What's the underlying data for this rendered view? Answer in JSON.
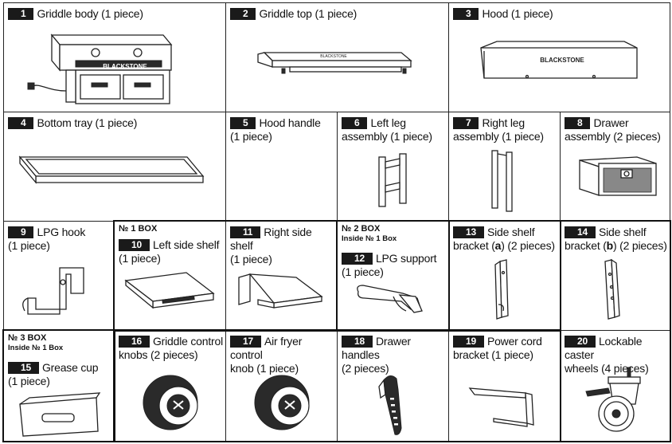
{
  "parts": [
    {
      "num": "1",
      "l1": "Griddle body (1 piece)",
      "l2": ""
    },
    {
      "num": "2",
      "l1": "Griddle top (1 piece)",
      "l2": ""
    },
    {
      "num": "3",
      "l1": "Hood (1 piece)",
      "l2": ""
    },
    {
      "num": "4",
      "l1": "Bottom tray (1 piece)",
      "l2": ""
    },
    {
      "num": "5",
      "l1": "Hood handle",
      "l2": "(1 piece)"
    },
    {
      "num": "6",
      "l1": "Left leg",
      "l2": "assembly (1 piece)"
    },
    {
      "num": "7",
      "l1": "Right leg",
      "l2": "assembly (1 piece)"
    },
    {
      "num": "8",
      "l1": "Drawer",
      "l2": "assembly (2 pieces)"
    },
    {
      "num": "9",
      "l1": "LPG hook",
      "l2": "(1 piece)"
    },
    {
      "num": "10",
      "l1": "Left side shelf",
      "l2": "(1 piece)"
    },
    {
      "num": "11",
      "l1": "Right side shelf",
      "l2": "(1 piece)"
    },
    {
      "num": "12",
      "l1": "LPG support",
      "l2": "(1 piece)"
    },
    {
      "num": "13",
      "l1": "Side shelf",
      "l2a": "bracket (",
      "l2b": "a",
      "l2c": ") (2 pieces)"
    },
    {
      "num": "14",
      "l1": "Side shelf",
      "l2a": "bracket (",
      "l2b": "b",
      "l2c": ") (2 pieces)"
    },
    {
      "num": "15",
      "l1": "Grease cup",
      "l2": "(1 piece)"
    },
    {
      "num": "16",
      "l1": "Griddle control",
      "l2": "knobs (2 pieces)"
    },
    {
      "num": "17",
      "l1": "Air fryer control",
      "l2": "knob (1 piece)"
    },
    {
      "num": "18",
      "l1": "Drawer handles",
      "l2": "(2 pieces)"
    },
    {
      "num": "19",
      "l1": "Power cord",
      "l2": "bracket (1 piece)"
    },
    {
      "num": "20",
      "l1": "Lockable caster",
      "l2": "wheels (4 pieces)"
    }
  ],
  "boxes": {
    "box1": {
      "title": "№ 1 BOX",
      "sub": ""
    },
    "box2": {
      "title": "№ 2 BOX",
      "sub": "Inside № 1 Box"
    },
    "box3": {
      "title": "№ 3 BOX",
      "sub": "Inside № 1 Box"
    }
  },
  "brand": {
    "griddle_body": "BLACKSTONE",
    "griddle_top": "BLACKSTONE",
    "hood": "BLACKSTONE"
  }
}
